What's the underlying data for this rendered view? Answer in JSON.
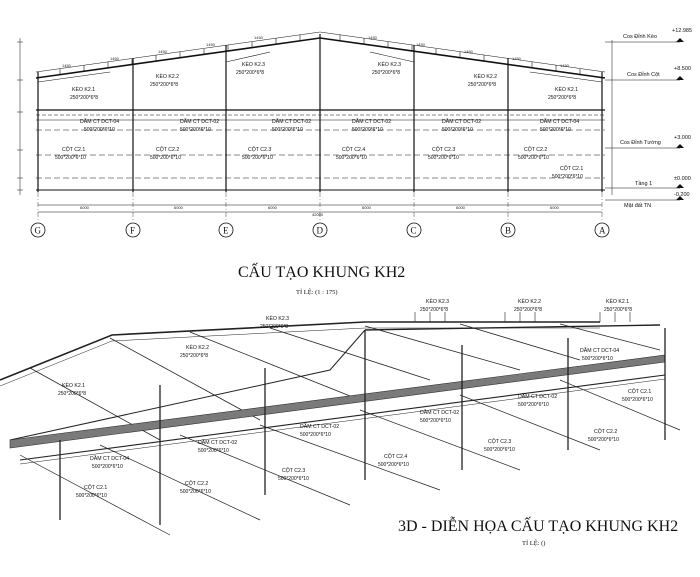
{
  "elevation": {
    "levels": [
      {
        "id": "ridge",
        "name": "Cos Đỉnh Kèo",
        "value": "+12.985"
      },
      {
        "id": "eave",
        "name": "Cos Đỉnh Cột",
        "value": "+8.500"
      },
      {
        "id": "wall",
        "name": "Cos Đỉnh Tường",
        "value": "+3.000"
      },
      {
        "id": "floor",
        "name": "Tầng 1",
        "value": "±0.000"
      },
      {
        "id": "ground",
        "name": "Mặt đất TN",
        "value": "-0.200"
      }
    ],
    "trusses": [
      {
        "name": "KÈO K2.1",
        "size": "250*200*6*8"
      },
      {
        "name": "KÈO K2.2",
        "size": "250*200*6*8"
      },
      {
        "name": "KÈO K2.3",
        "size": "250*200*6*8"
      },
      {
        "name": "KÈO K2.3",
        "size": "250*200*6*8"
      },
      {
        "name": "KÈO K2.2",
        "size": "250*200*6*8"
      },
      {
        "name": "KÈO K2.1",
        "size": "250*200*6*8"
      }
    ],
    "beams": [
      {
        "name": "DẦM CT DCT-04",
        "size": "500*200*6*10"
      },
      {
        "name": "DẦM CT DCT-02",
        "size": "500*200*6*10"
      },
      {
        "name": "DẦM CT DCT-02",
        "size": "500*200*6*10"
      },
      {
        "name": "DẦM CT DCT-02",
        "size": "500*200*6*10"
      },
      {
        "name": "DẦM CT DCT-02",
        "size": "500*200*6*10"
      },
      {
        "name": "DẦM CT DCT-04",
        "size": "500*200*6*10"
      }
    ],
    "columns": [
      {
        "name": "CỘT C2.1",
        "size": "500*200*6*10"
      },
      {
        "name": "CỘT C2.2",
        "size": "500*200*6*10"
      },
      {
        "name": "CỘT C2.3",
        "size": "500*200*6*10"
      },
      {
        "name": "CỘT C2.4",
        "size": "500*200*6*10"
      },
      {
        "name": "CỘT C2.3",
        "size": "500*200*6*10"
      },
      {
        "name": "CỘT C2.2",
        "size": "500*200*6*10"
      },
      {
        "name": "CỘT C2.1",
        "size": "500*200*6*10"
      }
    ],
    "axes": [
      "G",
      "F",
      "E",
      "D",
      "C",
      "B",
      "A"
    ],
    "bay_dims": [
      "6000",
      "6000",
      "6000",
      "6000",
      "6000",
      "6000"
    ],
    "total_dim": "42000",
    "purlin_spacing": "1450",
    "title": "CẤU TẠO KHUNG KH2",
    "scale": "TỈ LỆ: (1 : 175)"
  },
  "model3d": {
    "trusses": [
      {
        "name": "KÈO K2.1",
        "size": "250*200*6*8"
      },
      {
        "name": "KÈO K2.2",
        "size": "250*200*6*8"
      },
      {
        "name": "KÈO K2.3",
        "size": "250*200*6*8"
      },
      {
        "name": "KÈO K2.3",
        "size": "250*200*6*8"
      },
      {
        "name": "KÈO K2.2",
        "size": "250*200*6*8"
      },
      {
        "name": "KÈO K2.1",
        "size": "250*200*6*8"
      }
    ],
    "beams": [
      {
        "name": "DẦM CT DCT-04",
        "size": "500*200*6*10"
      },
      {
        "name": "DẦM CT DCT-02",
        "size": "500*200*6*10"
      },
      {
        "name": "DẦM CT DCT-02",
        "size": "500*200*6*10"
      },
      {
        "name": "DẦM CT DCT-02",
        "size": "500*200*6*10"
      },
      {
        "name": "DẦM CT DCT-02",
        "size": "500*200*6*10"
      },
      {
        "name": "DẦM CT DCT-04",
        "size": "500*200*6*10"
      }
    ],
    "columns": [
      {
        "name": "CỘT C2.1",
        "size": "500*200*6*10"
      },
      {
        "name": "CỘT C2.2",
        "size": "500*200*6*10"
      },
      {
        "name": "CỘT C2.3",
        "size": "500*200*6*10"
      },
      {
        "name": "CỘT C2.4",
        "size": "500*200*6*10"
      },
      {
        "name": "CỘT C2.3",
        "size": "500*200*6*10"
      },
      {
        "name": "CỘT C2.2",
        "size": "500*200*6*10"
      },
      {
        "name": "CỘT C2.1",
        "size": "500*200*6*10"
      }
    ],
    "title": "3D - DIỄN HỌA CẤU TẠO KHUNG KH2",
    "scale": "TỈ LỆ: ()"
  }
}
